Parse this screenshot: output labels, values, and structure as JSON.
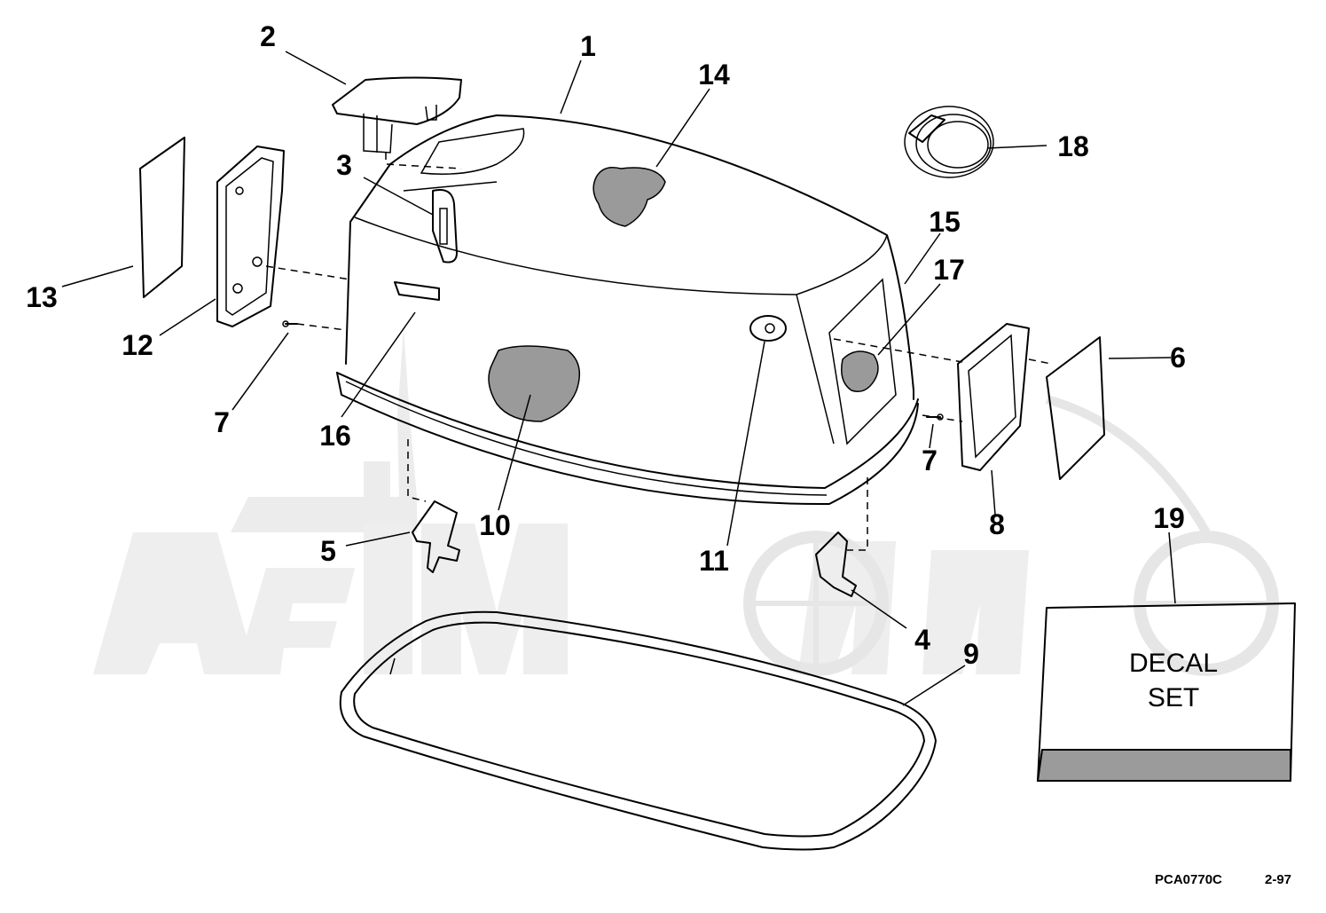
{
  "diagram": {
    "callouts": {
      "c1": "1",
      "c2": "2",
      "c3": "3",
      "c4": "4",
      "c5": "5",
      "c6": "6",
      "c7a": "7",
      "c7b": "7",
      "c8": "8",
      "c9": "9",
      "c10": "10",
      "c11": "11",
      "c12": "12",
      "c13": "13",
      "c14": "14",
      "c15": "15",
      "c16": "16",
      "c17": "17",
      "c18": "18",
      "c19": "19"
    },
    "decal_box": {
      "line1": "DECAL",
      "line2": "SET"
    },
    "footer": {
      "part_code": "PCA0770C",
      "date": "2-97"
    }
  }
}
